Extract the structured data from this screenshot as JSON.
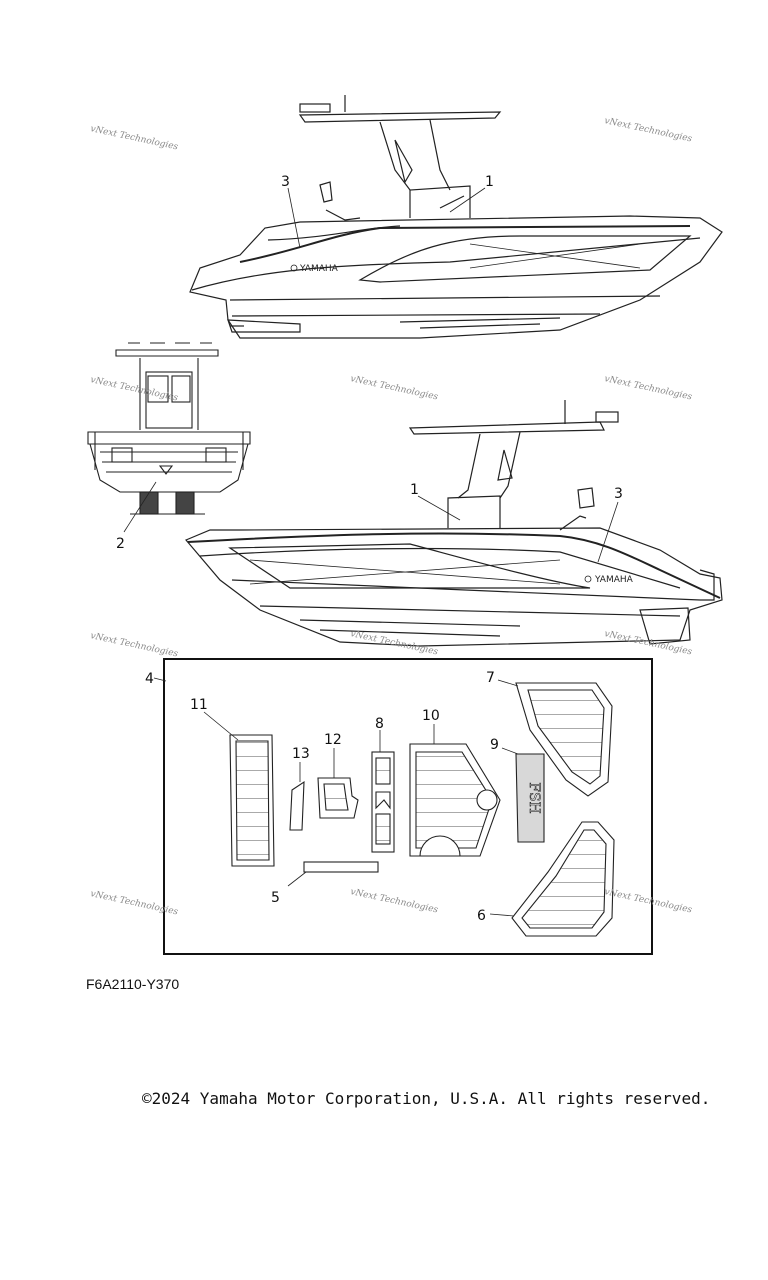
{
  "diagram": {
    "code": "F6A2110-Y370",
    "copyright": "©2024 Yamaha Motor Corporation, U.S.A. All rights reserved.",
    "callouts": [
      "1",
      "3",
      "2",
      "1",
      "3",
      "4",
      "11",
      "13",
      "12",
      "8",
      "10",
      "9",
      "7",
      "5",
      "6"
    ],
    "hull_logo": "YAMAHA",
    "mat_9_text": "FSH",
    "watermark": "vNext Technologies"
  }
}
